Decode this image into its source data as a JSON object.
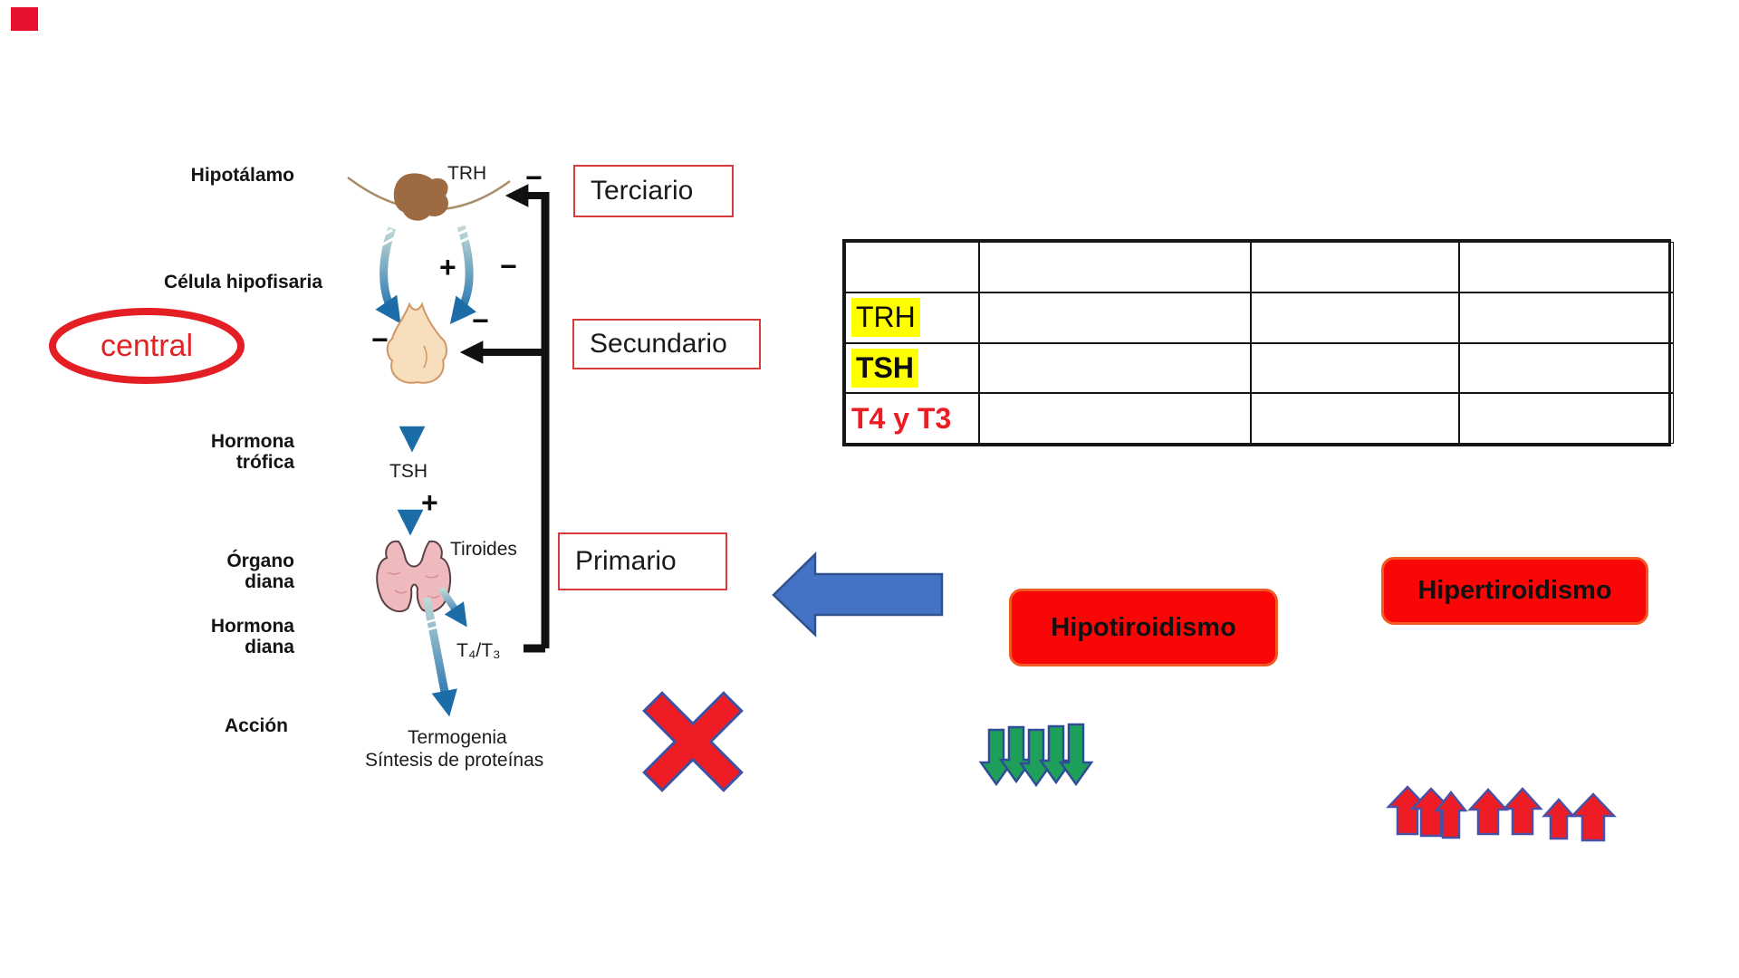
{
  "hpt_diagram": {
    "row_labels": {
      "hypothalamus": "Hipotálamo",
      "pituitary_cell": "Célula hipofisaria",
      "trophic_hormone": [
        "Hormona",
        "trófica"
      ],
      "target_organ": [
        "Órgano",
        "diana"
      ],
      "target_hormone": [
        "Hormona",
        "diana"
      ],
      "action": "Acción"
    },
    "nodes": {
      "trh": "TRH",
      "tsh": "TSH",
      "thyroid": "Tiroides",
      "t4_t3": "T₄/T₃",
      "effects": [
        "Termogenia",
        "Síntesis de proteínas"
      ]
    },
    "annotation_central": "central",
    "signs": {
      "plus": "+",
      "minus": "−"
    },
    "feedback_boxes": {
      "tertiary": "Terciario",
      "secondary": "Secundario",
      "primary": "Primario"
    }
  },
  "table": {
    "columns": 4,
    "rows": [
      {
        "label": "",
        "highlight": false,
        "style": "regular-black"
      },
      {
        "label": "TRH",
        "highlight": true,
        "style": "regular-black"
      },
      {
        "label": "TSH",
        "highlight": true,
        "style": "bold-black"
      },
      {
        "label": "T4 y T3",
        "highlight": false,
        "style": "bold-red"
      }
    ]
  },
  "callouts": {
    "hypothyroidism": "Hipotiroidismo",
    "hyperthyroidism": "Hipertiroidismo"
  },
  "colors": {
    "highlight_yellow": "#ffff00",
    "accent_red": "#e31e24",
    "shape_red_fill": "#ee1c25",
    "shape_outline_blue": "#3f51a3",
    "callout_fill": "#fb0606",
    "callout_border": "#ef5a22",
    "big_arrow_blue": "#4472c4",
    "big_arrow_border": "#2f528f",
    "green_arrow": "#1fa05a",
    "diagram_blue": "#1e6fae",
    "table_border": "#161616"
  }
}
